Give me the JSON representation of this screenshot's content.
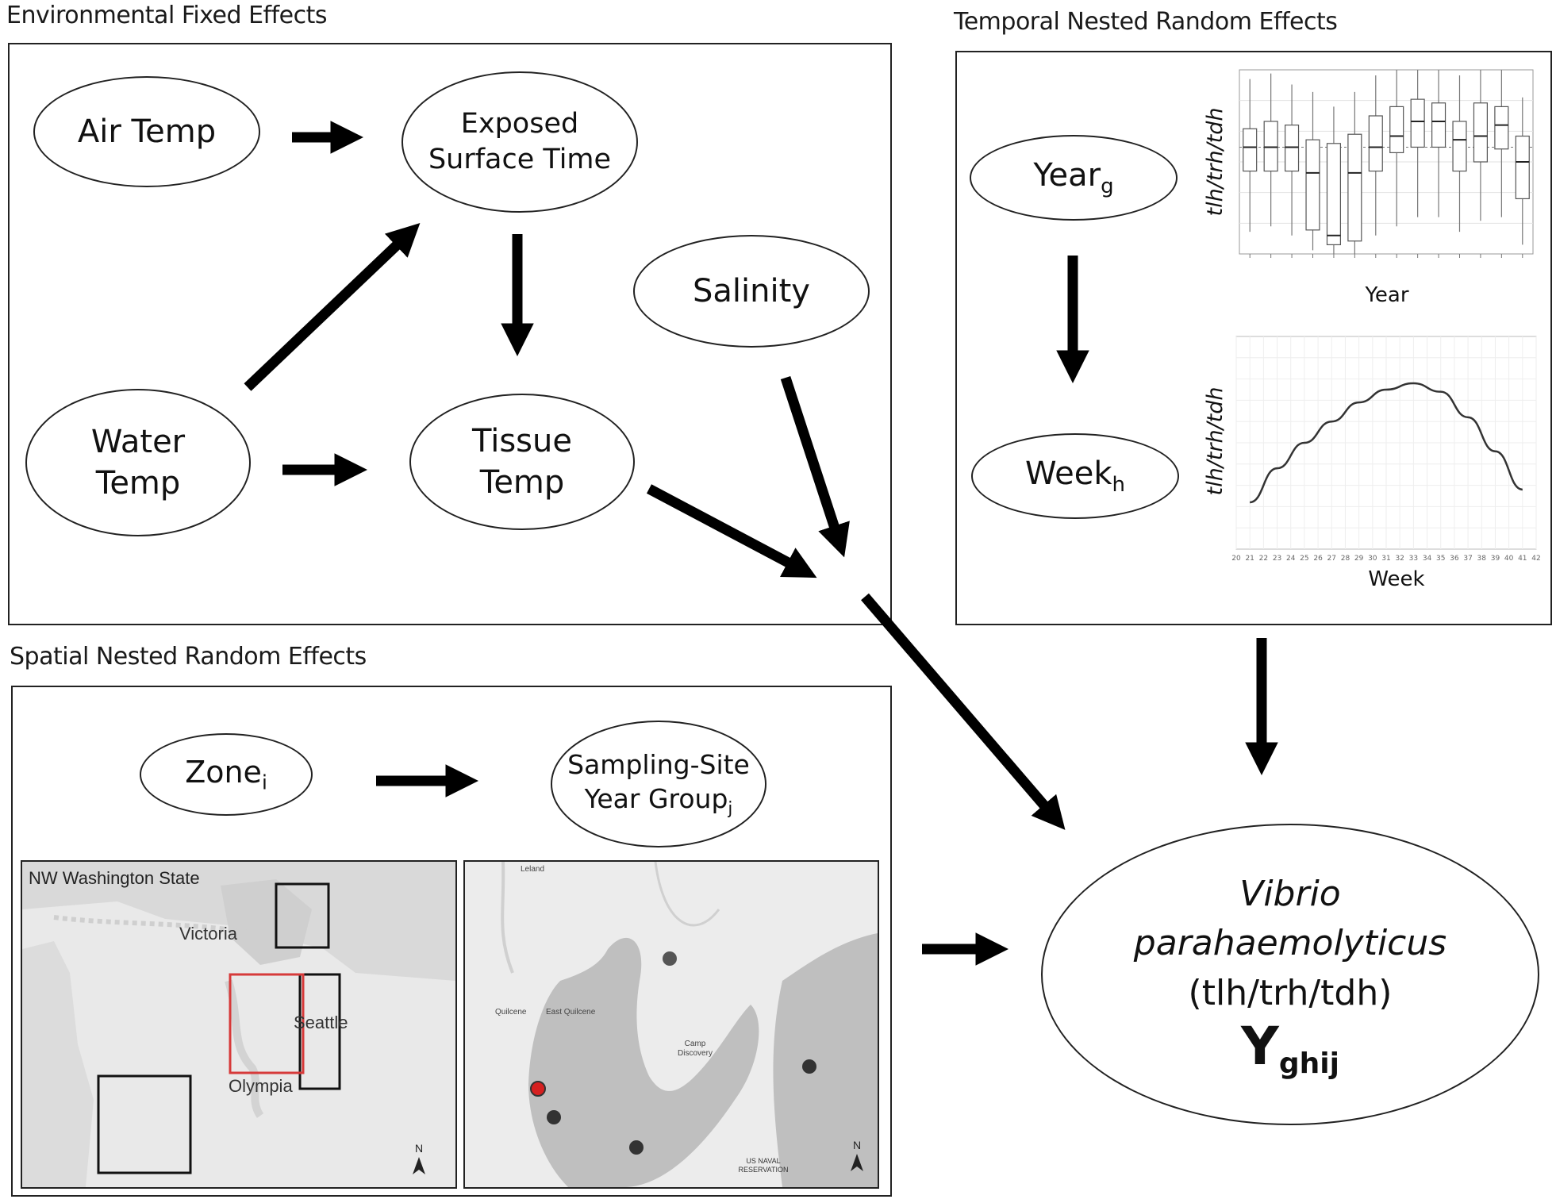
{
  "titles": {
    "environmental": "Environmental Fixed Effects",
    "temporal": "Temporal Nested Random Effects",
    "spatial": "Spatial Nested Random Effects"
  },
  "env_nodes": {
    "air_temp": "Air Temp",
    "exposed_line1": "Exposed",
    "exposed_line2": "Surface Time",
    "salinity": "Salinity",
    "water_line1": "Water",
    "water_line2": "Temp",
    "tissue_line1": "Tissue",
    "tissue_line2": "Temp"
  },
  "temporal_nodes": {
    "year_base": "Year",
    "year_sub": "g",
    "week_base": "Week",
    "week_sub": "h"
  },
  "year_plot": {
    "ylabel": "tlh/trh/tdh",
    "xlabel": "Year",
    "boxes": [
      {
        "q1": 0.45,
        "med": 0.58,
        "q3": 0.68,
        "lo": 0.12,
        "hi": 0.95
      },
      {
        "q1": 0.45,
        "med": 0.58,
        "q3": 0.72,
        "lo": 0.15,
        "hi": 0.98
      },
      {
        "q1": 0.45,
        "med": 0.58,
        "q3": 0.7,
        "lo": 0.1,
        "hi": 0.92
      },
      {
        "q1": 0.13,
        "med": 0.44,
        "q3": 0.62,
        "lo": 0.02,
        "hi": 0.88
      },
      {
        "q1": 0.05,
        "med": 0.1,
        "q3": 0.6,
        "lo": 0.0,
        "hi": 0.8
      },
      {
        "q1": 0.07,
        "med": 0.44,
        "q3": 0.65,
        "lo": 0.0,
        "hi": 0.88
      },
      {
        "q1": 0.45,
        "med": 0.58,
        "q3": 0.75,
        "lo": 0.1,
        "hi": 0.97
      },
      {
        "q1": 0.55,
        "med": 0.64,
        "q3": 0.8,
        "lo": 0.15,
        "hi": 1.0
      },
      {
        "q1": 0.58,
        "med": 0.72,
        "q3": 0.84,
        "lo": 0.2,
        "hi": 1.0
      },
      {
        "q1": 0.58,
        "med": 0.72,
        "q3": 0.82,
        "lo": 0.2,
        "hi": 1.0
      },
      {
        "q1": 0.45,
        "med": 0.62,
        "q3": 0.72,
        "lo": 0.12,
        "hi": 0.97
      },
      {
        "q1": 0.5,
        "med": 0.64,
        "q3": 0.82,
        "lo": 0.18,
        "hi": 1.0
      },
      {
        "q1": 0.57,
        "med": 0.7,
        "q3": 0.8,
        "lo": 0.2,
        "hi": 1.0
      },
      {
        "q1": 0.3,
        "med": 0.5,
        "q3": 0.64,
        "lo": 0.05,
        "hi": 0.85
      }
    ]
  },
  "week_plot": {
    "ylabel": "tlh/trh/tdh",
    "xlabel": "Week",
    "ticks": [
      "20",
      "21",
      "22",
      "23",
      "24",
      "25",
      "26",
      "27",
      "28",
      "29",
      "30",
      "31",
      "32",
      "33",
      "34",
      "35",
      "36",
      "37",
      "38",
      "39",
      "40",
      "41",
      "42"
    ],
    "curve_weeks": [
      21,
      23,
      25,
      27,
      29,
      31,
      33,
      35,
      37,
      39,
      41
    ],
    "curve_values": [
      0.22,
      0.38,
      0.5,
      0.6,
      0.69,
      0.75,
      0.78,
      0.74,
      0.62,
      0.46,
      0.28
    ]
  },
  "spatial_nodes": {
    "zone_base": "Zone",
    "zone_sub": "i",
    "site_line1": "Sampling-Site",
    "site_line2_base": "Year Group",
    "site_sub": "j"
  },
  "map_left": {
    "title": "NW Washington State",
    "labels": {
      "victoria": "Victoria",
      "seattle": "Seattle",
      "olympia": "Olympia"
    },
    "north": "N",
    "highlight_color": "#d63a3a"
  },
  "map_right": {
    "labels": {
      "leland": "Leland",
      "quilcene": "Quilcene",
      "east_quilcene": "East Quilcene",
      "camp_line1": "Camp",
      "camp_line2": "Discovery",
      "naval_line1": "US NAVAL",
      "naval_line2": "RESERVATION"
    },
    "north": "N",
    "site_color": "#333333",
    "highlight_site_color": "#d62020"
  },
  "outcome": {
    "line1": "Vibrio",
    "line2": "parahaemolyticus",
    "line3": "(tlh/trh/tdh)",
    "y": "Y",
    "y_sub": "ghij"
  }
}
